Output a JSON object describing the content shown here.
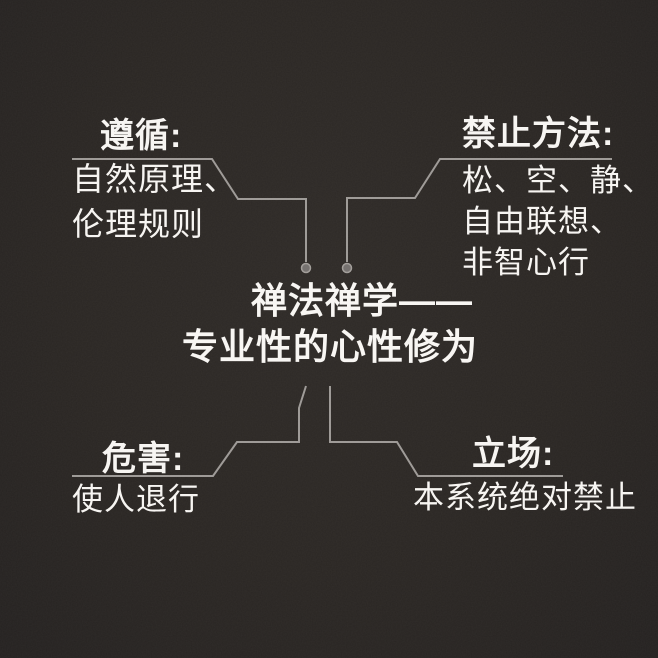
{
  "title": {
    "line1": "禅法禅学——",
    "line2": "专业性的心性修为"
  },
  "branches": {
    "top_left": {
      "label": "遵循:",
      "lines": [
        "自然原理、",
        "伦理规则"
      ]
    },
    "top_right": {
      "label": "禁止方法:",
      "lines": [
        "松、空、静、",
        "自由联想、",
        "非智心行"
      ]
    },
    "bottom_left": {
      "label": "危害:",
      "lines": [
        "使人退行"
      ]
    },
    "bottom_right": {
      "label": "立场:",
      "lines": [
        "本系统绝对禁止"
      ]
    }
  },
  "colors": {
    "background": "#2a2623",
    "text": "#f7f5f2",
    "connector_line": "#b3afab",
    "dot_fill": "#767270",
    "dot_ring": "#a39f9b"
  }
}
